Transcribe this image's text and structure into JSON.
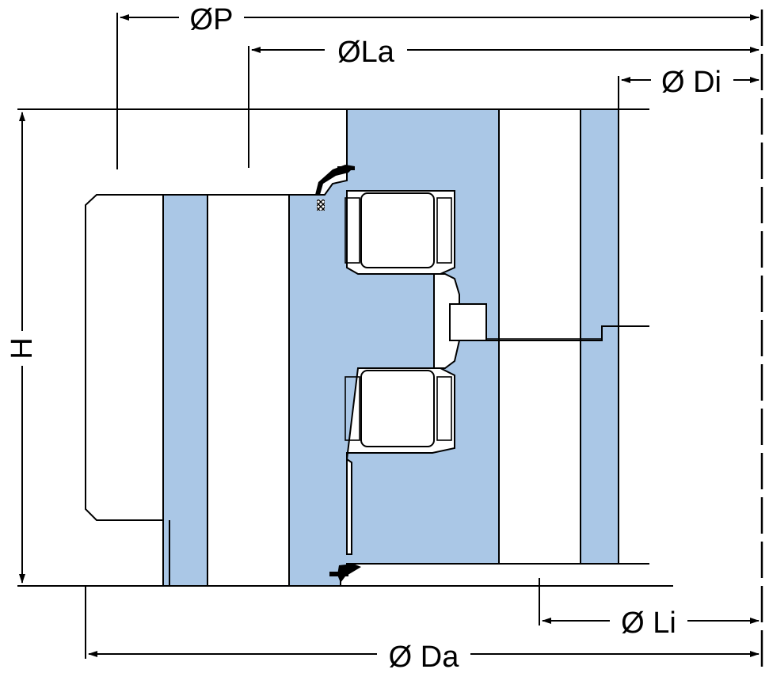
{
  "labels": {
    "p": "ØP",
    "la": "ØLa",
    "di": "Ø Di",
    "h": "H",
    "li": "Ø Li",
    "da": "Ø Da"
  },
  "colors": {
    "section_fill": "#aac7e6",
    "line": "#000000",
    "background": "#ffffff"
  }
}
